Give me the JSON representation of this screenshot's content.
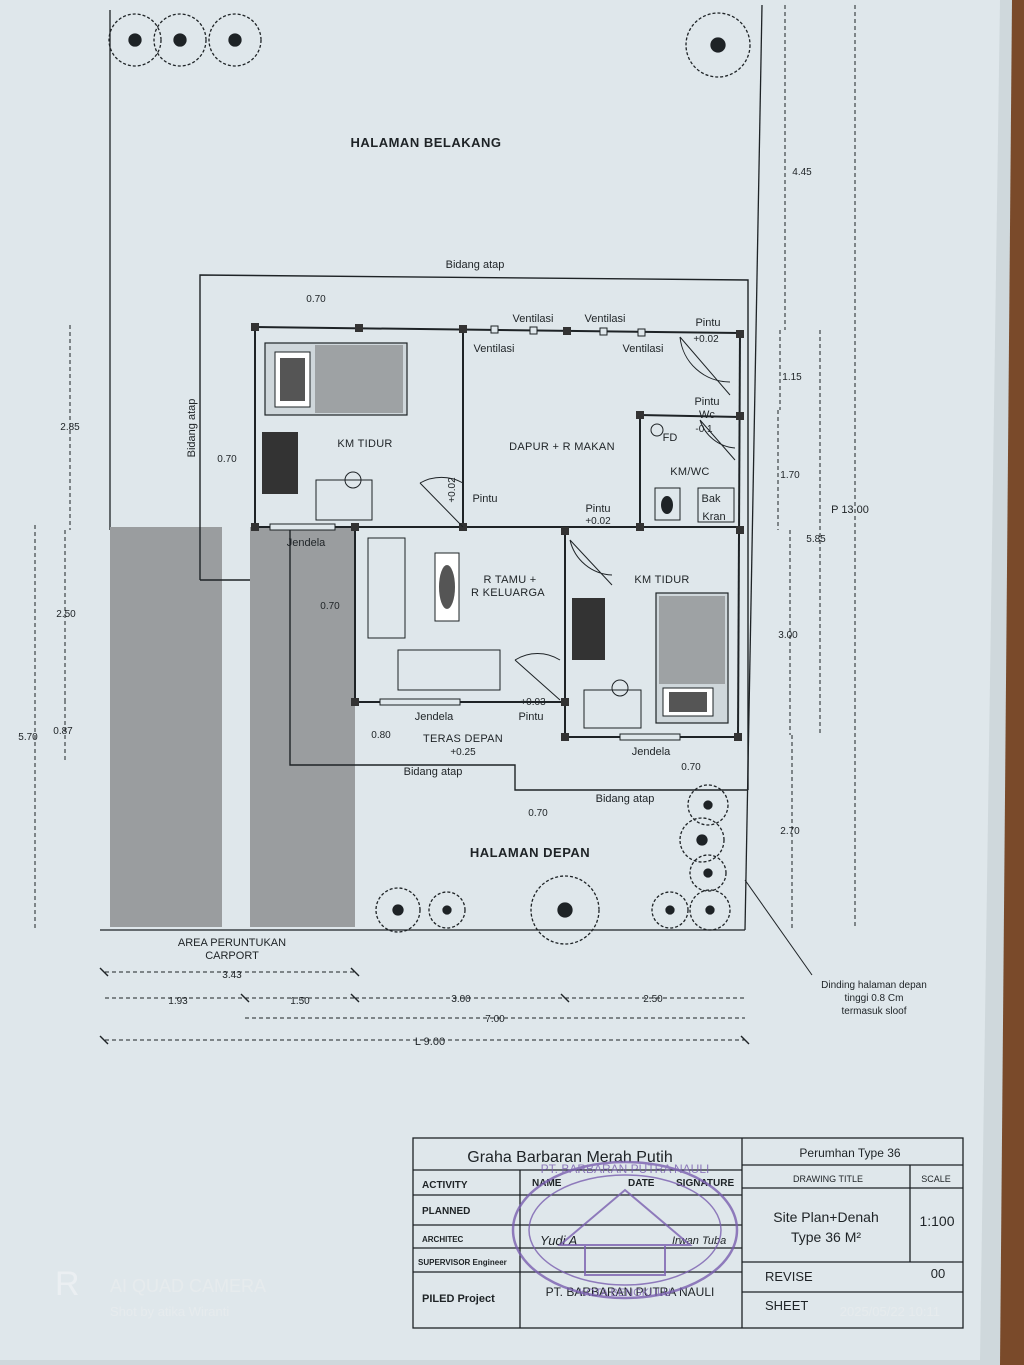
{
  "drawing": {
    "rooms": {
      "halaman_belakang": "HALAMAN BELAKANG",
      "km_tidur_1": "KM TIDUR",
      "dapur": "DAPUR + R MAKAN",
      "km_wc": "KM/WC",
      "r_tamu_1": "R TAMU +",
      "r_tamu_2": "R KELUARGA",
      "km_tidur_2": "KM TIDUR",
      "teras": "TERAS DEPAN",
      "halaman_depan": "HALAMAN DEPAN",
      "carport_1": "AREA PERUNTUKAN",
      "carport_2": "CARPORT"
    },
    "labels": {
      "bidang_atap_top": "Bidang atap",
      "bidang_atap_side": "Bidang atap",
      "bidang_atap_teras": "Bidang atap",
      "bidang_atap_front": "Bidang atap",
      "ventilasi_1": "Ventilasi",
      "ventilasi_2": "Ventilasi",
      "ventilasi_3": "Ventilasi",
      "ventilasi_4": "Ventilasi",
      "pintu_back": "Pintu",
      "pintu_back_lvl": "+0.02",
      "pintu_wc": "Pintu",
      "pintu_wc2": "Wc",
      "pintu_wc_lvl": "-0.1",
      "fd": "FD",
      "pintu_bed1": "Pintu",
      "pintu_bed1_lvl": "+0.02",
      "pintu_bed2": "Pintu",
      "pintu_bed2_lvl": "+0.02",
      "pintu_front": "Pintu",
      "pintu_front_lvl": "+0.03",
      "teras_lvl": "+0.25",
      "jendela_1": "Jendela",
      "jendela_2": "Jendela",
      "jendela_3": "Jendela",
      "bak_1": "Bak",
      "bak_2": "Kran",
      "dinding_1": "Dinding halaman depan",
      "dinding_2": "tinggi 0.8 Cm",
      "dinding_3": "termasuk sloof"
    },
    "dims": {
      "d070_top": "0.70",
      "d070_left": "0.70",
      "d070_mid": "0.70",
      "d080": "0.80",
      "d070_teras": "0.70",
      "d070_right": "0.70",
      "l285": "2.85",
      "l250": "2.50",
      "l570": "5.70",
      "l087": "0.87",
      "r445": "4.45",
      "r115": "1.15",
      "r170": "1.70",
      "r585": "5.85",
      "r300": "3.00",
      "r270": "2.70",
      "p1300": "P 13.00",
      "b343": "3.43",
      "b193": "1.93",
      "b150": "1.50",
      "b300": "3.00",
      "b250": "2.50",
      "b700": "7.00",
      "l900": "L 9.00"
    }
  },
  "title_block": {
    "project_name": "Graha Barbaran Merah Putih",
    "type_label": "Perumhan Type 36",
    "activity": "ACTIVITY",
    "name": "NAME",
    "date": "DATE",
    "signature": "SIGNATURE",
    "planned": "PLANNED",
    "architec": "ARCHITEC",
    "supervisor": "SUPERVISOR Engineer",
    "piled": "PILED Project",
    "company": "PT. BARBARAN PUTRA NAULI",
    "drawing_title_hdr": "DRAWING TITLE",
    "scale_hdr": "SCALE",
    "drawing_title_1": "Site Plan+Denah",
    "drawing_title_2": "Type 36 M²",
    "scale": "1:100",
    "revise": "REVISE",
    "revise_val": "00",
    "sheet": "SHEET",
    "signer_name": "Yudi A",
    "signer2": "Irwan Tuba"
  },
  "stamp": {
    "top": "PT. BARBARAN PUTRA NAULI",
    "bottom": "KOTA BENGKULU"
  },
  "camera": {
    "brand": "AI QUAD CAMERA",
    "shot_by": "Shot by atika Wiranti",
    "timestamp": "2025/05/22 10:11"
  },
  "colors": {
    "paper": "#dde6ea",
    "ink": "#1e2326",
    "gray_block": "#9a9d9f",
    "stamp": "#7a5fb0",
    "desk": "#7a4a2a"
  }
}
